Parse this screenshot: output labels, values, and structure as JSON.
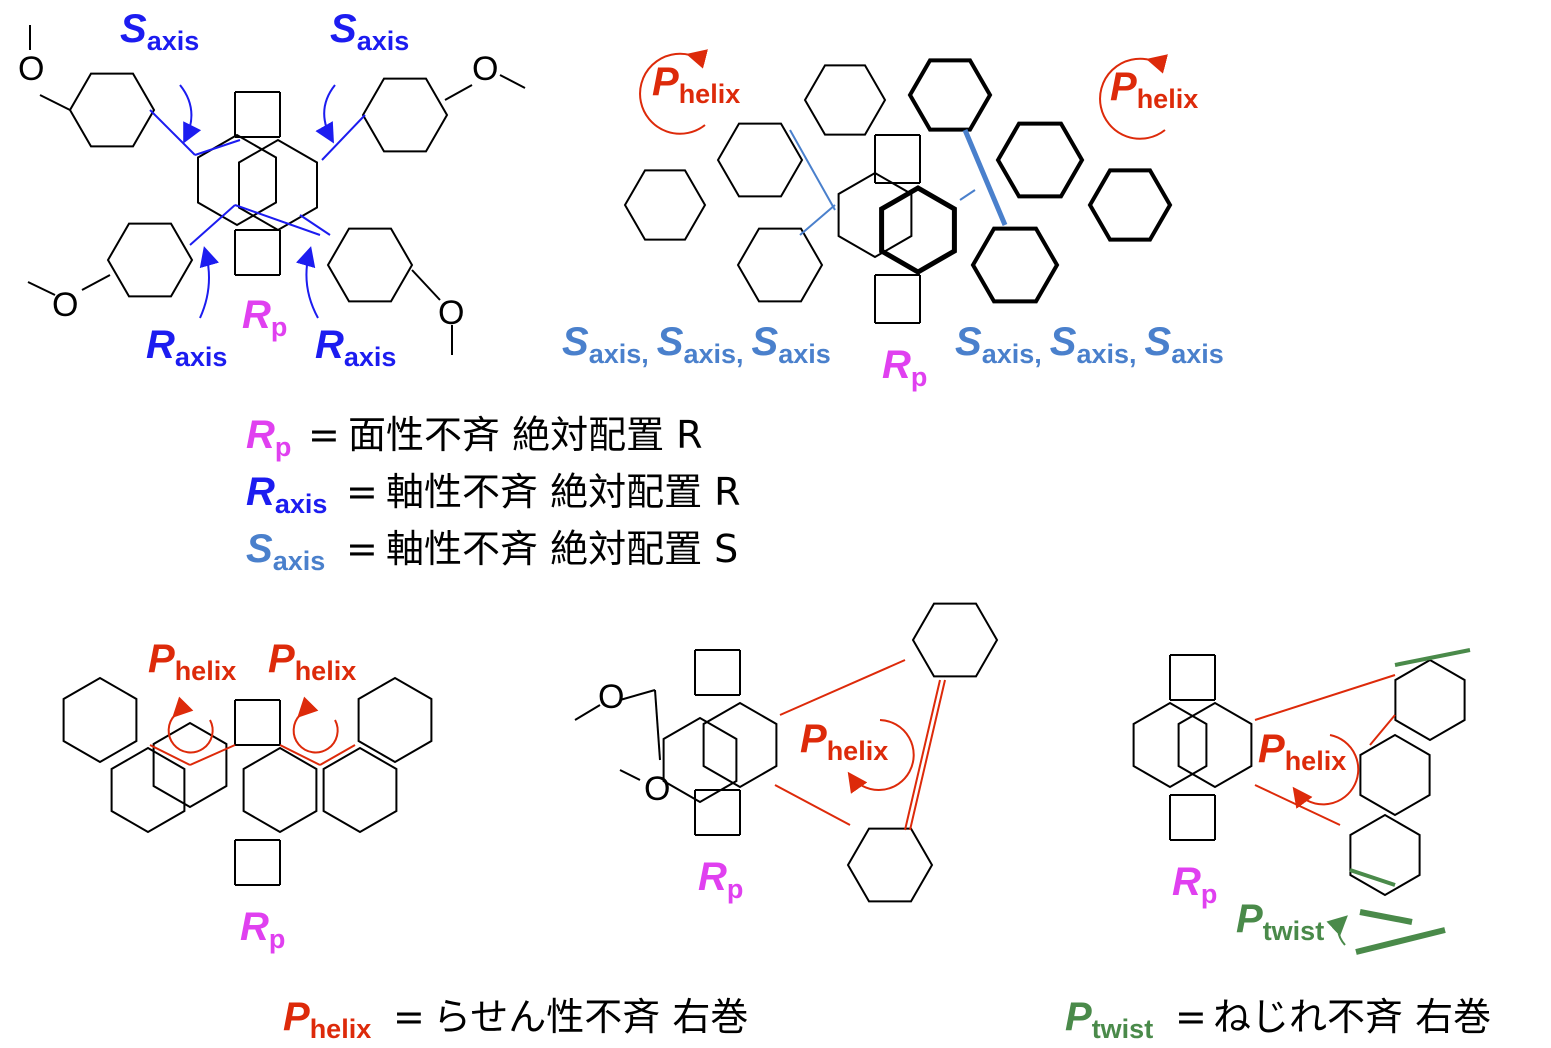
{
  "colors": {
    "raxis_blue": "#1c1cf0",
    "saxis_lightblue": "#4a80cc",
    "rp_magenta": "#e040f0",
    "helix_red": "#dd2a0a",
    "twist_green": "#4a8a4a"
  },
  "symbols": {
    "S_axis": {
      "main": "S",
      "sub": "axis"
    },
    "R_axis": {
      "main": "R",
      "sub": "axis"
    },
    "R_p": {
      "main": "R",
      "sub": "p"
    },
    "P_helix": {
      "main": "P",
      "sub": "helix"
    },
    "P_twist": {
      "main": "P",
      "sub": "twist"
    }
  },
  "atoms": {
    "oxygen": "O"
  },
  "separator": ",",
  "legend": {
    "equals": "=",
    "rp_text": "面性不斉 絶対配置 R",
    "raxis_text": "軸性不斉 絶対配置 R",
    "saxis_text": "軸性不斉 絶対配置 S",
    "phelix_text": "らせん性不斉 右巻",
    "ptwist_text": "ねじれ不斉 右巻"
  }
}
